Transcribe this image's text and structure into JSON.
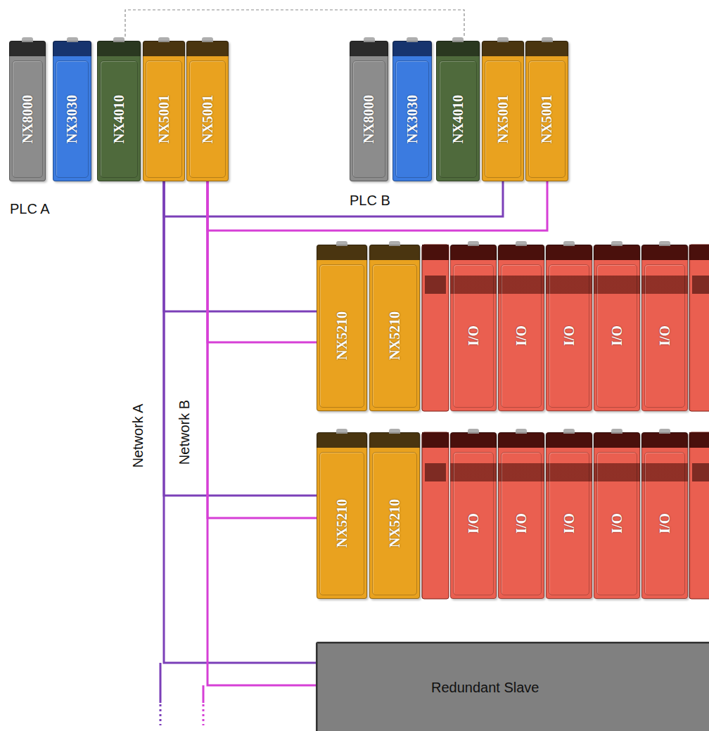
{
  "diagram": {
    "nodes": [
      {
        "text": [
          "NX8000"
        ]
      },
      {
        "text": [
          "NX3030"
        ]
      },
      {
        "text": [
          "NX4010"
        ]
      },
      {
        "text": [
          "NX5001"
        ]
      },
      {
        "text": [
          "NX5001"
        ]
      },
      {
        "text": [
          "NX8000"
        ]
      },
      {
        "text": [
          "NX3030"
        ]
      },
      {
        "text": [
          "NX4010"
        ]
      },
      {
        "text": [
          "NX5001"
        ]
      },
      {
        "text": [
          "NX5001"
        ]
      },
      {
        "text": [
          "NX5210"
        ]
      },
      {
        "text": [
          "NX5210"
        ]
      },
      {
        "text": [
          "I/O"
        ]
      },
      {
        "text": [
          "I/O"
        ]
      },
      {
        "text": [
          "I/O"
        ]
      },
      {
        "text": [
          "I/O"
        ]
      },
      {
        "text": [
          "I/O"
        ]
      },
      {
        "text": [
          "NX5210"
        ]
      },
      {
        "text": [
          "NX5210"
        ]
      },
      {
        "text": [
          "I/O"
        ]
      },
      {
        "text": [
          "I/O"
        ]
      },
      {
        "text": [
          "I/O"
        ]
      },
      {
        "text": [
          "I/O"
        ]
      },
      {
        "text": [
          "I/O"
        ]
      },
      {
        "text": [
          "Redundant Slave"
        ]
      }
    ],
    "edges": [
      {
        "from": 2,
        "to": 7,
        "arrow": "none"
      },
      {
        "from": 3,
        "to": 8,
        "arrow": "none"
      },
      {
        "from": 4,
        "to": 9,
        "arrow": "none"
      },
      {
        "from": 3,
        "to": 10,
        "arrow": "none"
      },
      {
        "from": 4,
        "to": 10,
        "arrow": "none"
      },
      {
        "from": 3,
        "to": 17,
        "arrow": "none"
      },
      {
        "from": 4,
        "to": 17,
        "arrow": "none"
      },
      {
        "from": 3,
        "to": 24,
        "arrow": "none"
      },
      {
        "from": 4,
        "to": 24,
        "arrow": "none"
      }
    ],
    "labels": [
      "PLC A",
      "PLC B",
      "Network A",
      "Network B"
    ]
  }
}
